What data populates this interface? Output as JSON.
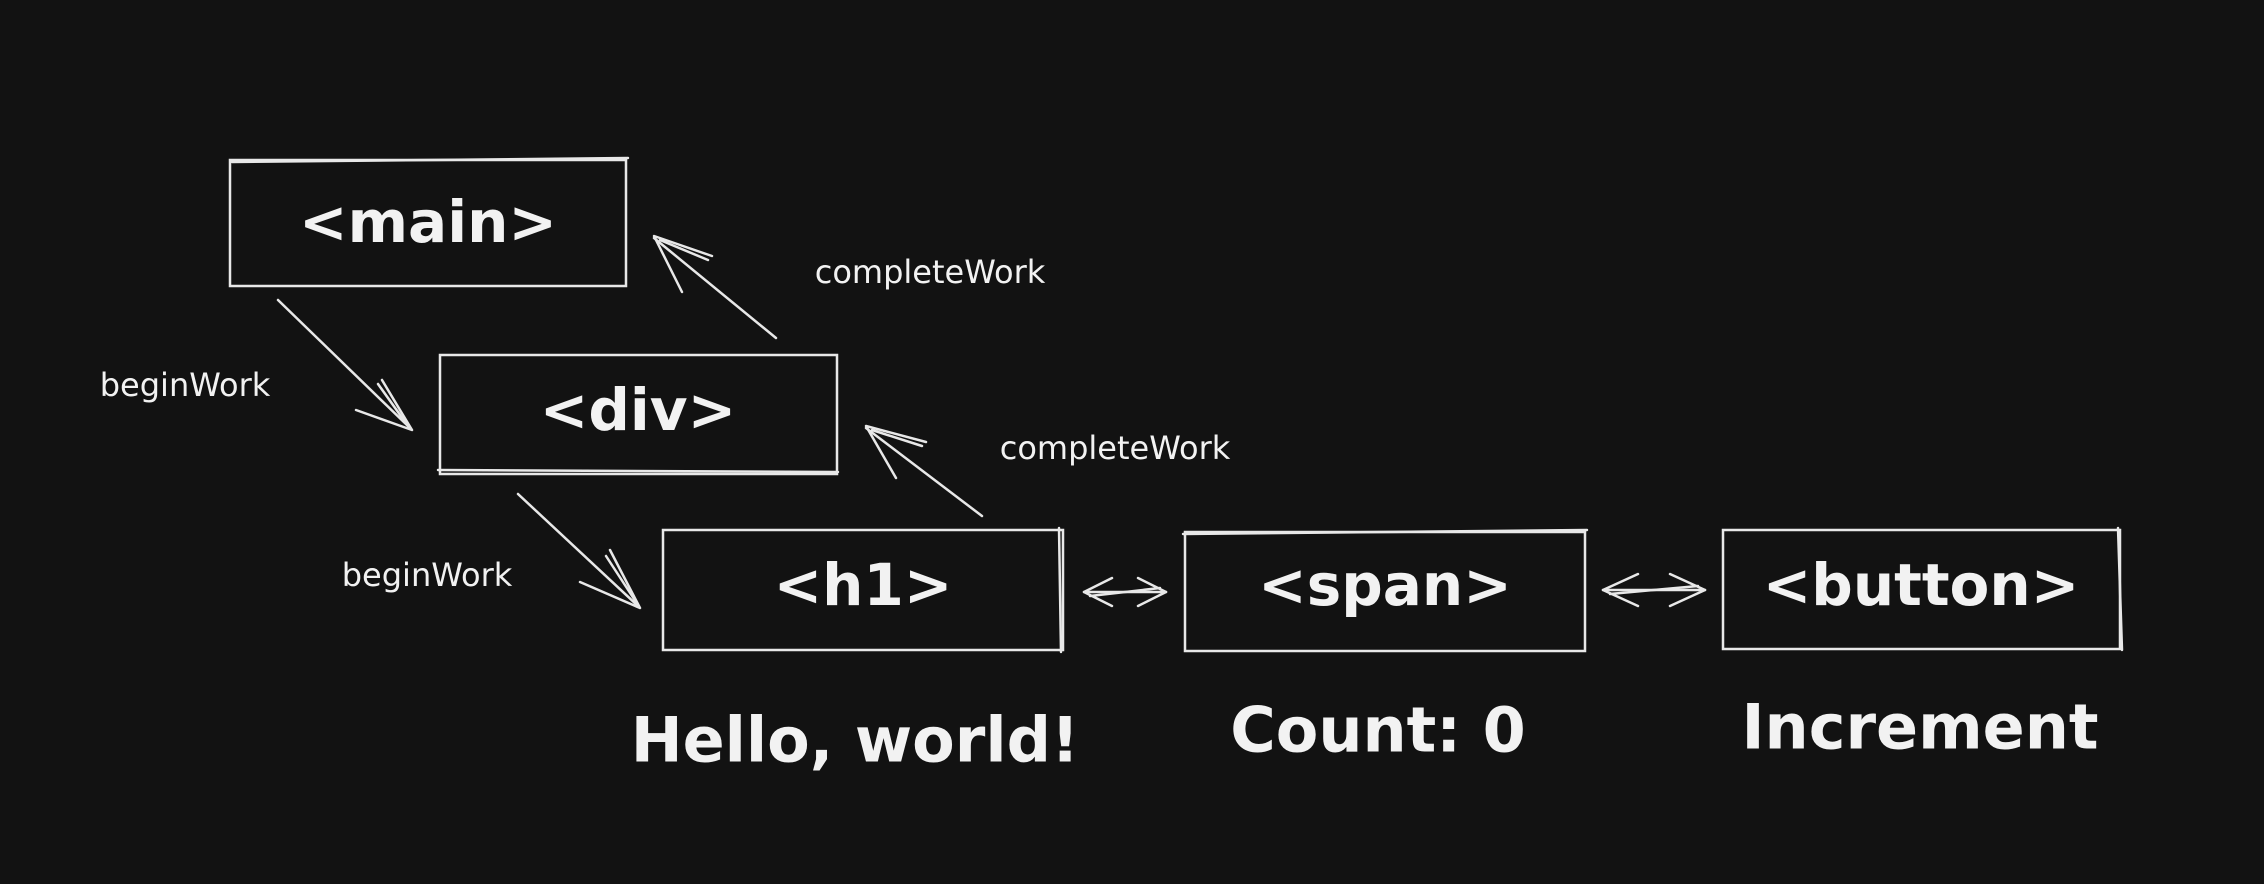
{
  "nodes": {
    "main": "<main>",
    "div": "<div>",
    "h1": "<h1>",
    "span": "<span>",
    "button": "<button>"
  },
  "edges": {
    "begin_work_1": "beginWork",
    "begin_work_2": "beginWork",
    "complete_work_1": "completeWork",
    "complete_work_2": "completeWork"
  },
  "contents": {
    "h1": "Hello, world!",
    "span": "Count: 0",
    "button": "Increment"
  },
  "colors": {
    "background": "#121212",
    "stroke": "#e8e8e8",
    "text": "#f2f2f2"
  }
}
